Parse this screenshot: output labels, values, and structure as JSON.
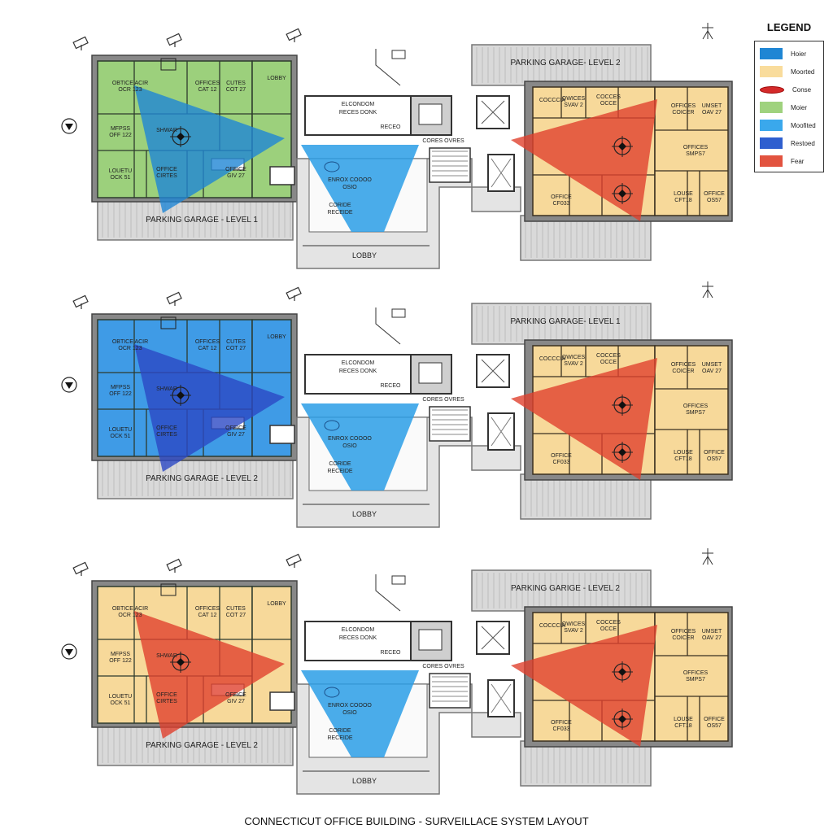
{
  "title": "CONNECTICUT OFFICE BUILDING - SURVEILLACE SYSTEM LAYOUT",
  "legend": {
    "title": "LEGEND",
    "items": [
      {
        "label": "Hoier",
        "color": "#1f86d4",
        "shape": "box"
      },
      {
        "label": "Moorted",
        "color": "#f9dc9c",
        "shape": "box"
      },
      {
        "label": "Conse",
        "color": "#d42a2a",
        "shape": "ellipse"
      },
      {
        "label": "Moier",
        "color": "#9fd27e",
        "shape": "box"
      },
      {
        "label": "Moofited",
        "color": "#3aa8ec",
        "shape": "box"
      },
      {
        "label": "Restoed",
        "color": "#2f5fcf",
        "shape": "box"
      },
      {
        "label": "Fear",
        "color": "#e2533f",
        "shape": "box"
      }
    ]
  },
  "panels": [
    {
      "left_wing_color": "#9cd07c",
      "left_cone_color": "#1f86d4",
      "lobby_cone_color": "#2a9de6",
      "right_cone_color": "#e0412e",
      "right_wing_color": "#f7d99a",
      "left_garage_label": "PARKING GARAGE - LEVEL 1",
      "right_garage_label": "PARKING GARAGE- LEVEL 2",
      "lobby_label": "LOBBY"
    },
    {
      "left_wing_color": "#3f9be6",
      "left_cone_color": "#2c49c4",
      "lobby_cone_color": "#2a9de6",
      "right_cone_color": "#e0412e",
      "right_wing_color": "#f7d99a",
      "left_garage_label": "PARKING GARAGE - LEVEL 2",
      "right_garage_label": "PARKING GARAGE- LEVEL 1",
      "lobby_label": "LOBBY"
    },
    {
      "left_wing_color": "#f7d99a",
      "left_cone_color": "#e0412e",
      "lobby_cone_color": "#2a9de6",
      "right_cone_color": "#e0412e",
      "right_wing_color": "#f7d99a",
      "left_garage_label": "PARKING GARAGE - LEVEL 2",
      "right_garage_label": "PARKING GARIGE - LEVEL 2",
      "lobby_label": "LOBBY"
    }
  ],
  "rooms": {
    "left": [
      "OBTICE ACIR",
      "OCR 123",
      "OFFICES",
      "CAT 12",
      "CUTES",
      "COT 27",
      "LOBBY",
      "MFPSS",
      "OFF 122",
      "SHWAR",
      "LOUETU",
      "OCK 51",
      "OFFICE",
      "CIRTES",
      "OFFICE",
      "GIV 27"
    ],
    "middle": [
      "ELCONDOM",
      "RECES DONK",
      "RECEO",
      "CORES OVRES",
      "ENROX COOOO",
      "OSIO",
      "CORIDE",
      "RECEIDE"
    ],
    "right": [
      "COCCCIA",
      "OWICES",
      "SVAV 2",
      "COCCES",
      "OCCE",
      "OFFICES",
      "COICER",
      "UMSET",
      "OAV 27",
      "OFFICES",
      "SMPS7",
      "OFFICE",
      "CF033",
      "LOUSE",
      "CFT18",
      "OFFICE",
      "OS57"
    ]
  }
}
